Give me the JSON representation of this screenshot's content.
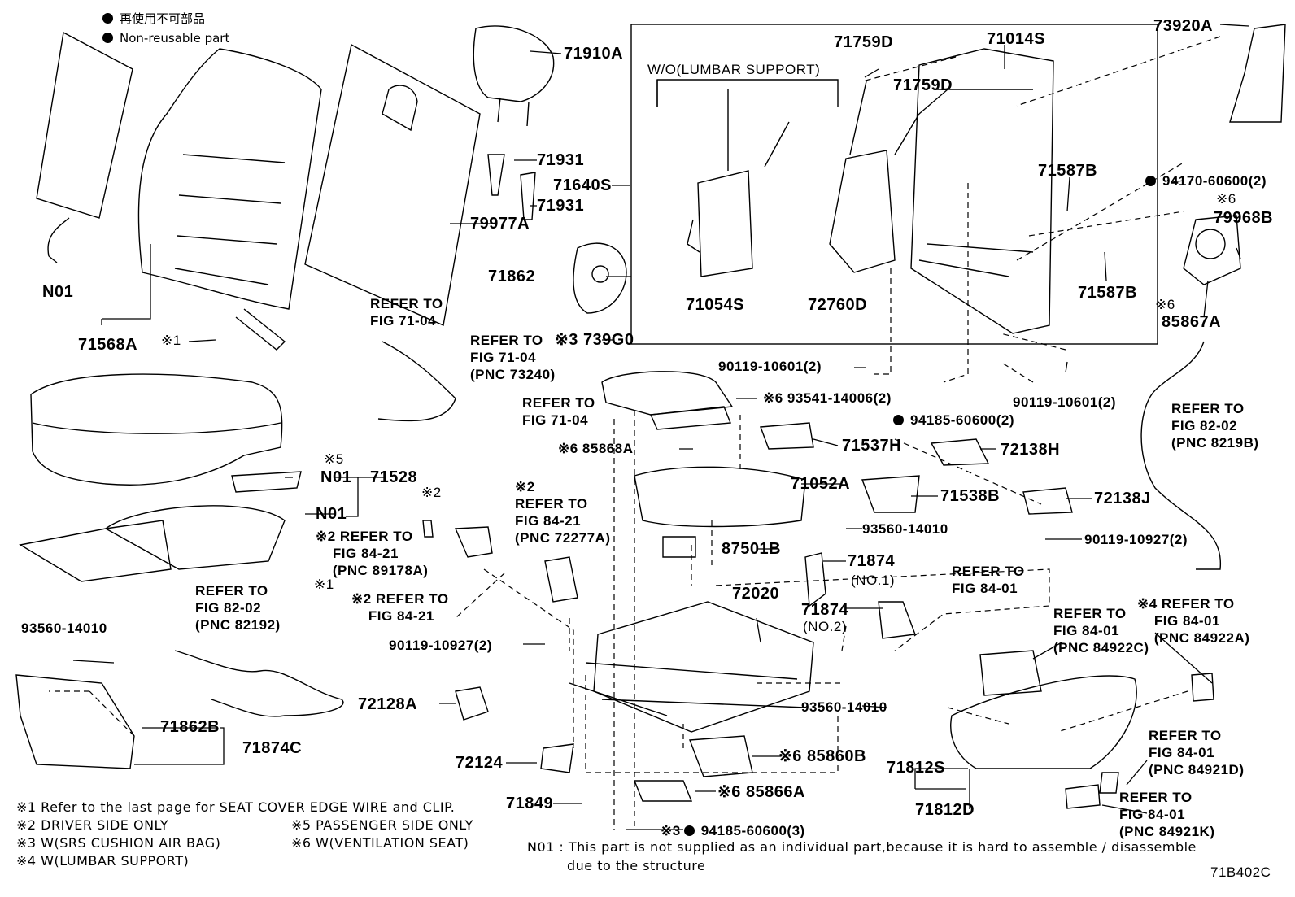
{
  "legend": {
    "jp": "再使用不可部品",
    "en": "Non-reusable part"
  },
  "parts": {
    "p71910A": "71910A",
    "p71931a": "71931",
    "p71931b": "71931",
    "p71640S": "71640S",
    "p79977A": "79977A",
    "p71862": "71862",
    "pN01a": "N01",
    "p71568A": "71568A",
    "pNote1": "※1",
    "p71759Da": "71759D",
    "p71759Db": "71759D",
    "p71014S": "71014S",
    "pWO": "W/O(LUMBAR SUPPORT)",
    "p71054S": "71054S",
    "p72760D": "72760D",
    "p71587Ba": "71587B",
    "p71587Bb": "71587B",
    "p73920A": "73920A",
    "p94170": "94170-60600(2)",
    "pNote6a": "※6",
    "p79968B": "79968B",
    "pNote6b": "※6",
    "p85867A": "85867A",
    "p739G0": "※3 739G0",
    "p90119a": "90119-10601(2)",
    "p93541": "※6 93541-14006(2)",
    "p94185a": "94185-60600(2)",
    "p90119b": "90119-10601(2)",
    "p85868A": "※6 85868A",
    "p71537H": "71537H",
    "p72138H": "72138H",
    "p71052A": "71052A",
    "p71538B": "71538B",
    "p72138J": "72138J",
    "pNote5": "※5",
    "pN01b": "N01",
    "p71528": "71528",
    "pN01c": "N01",
    "pNote2a": "※2",
    "p93560a": "93560-14010",
    "p90119c": "90119-10927(2)",
    "p87501B": "87501B",
    "p71874a": "71874",
    "pNo1": "(NO.1)",
    "p72020": "72020",
    "p71874b": "71874",
    "pNo2": "(NO.2)",
    "pNote1b": "※1",
    "p93560b": "93560-14010",
    "p90119d": "90119-10927(2)",
    "p72128A": "72128A",
    "p93560c": "93560-14010",
    "p71862B": "71862B",
    "p71874C": "71874C",
    "p85860B": "※6 85860B",
    "p71812S": "71812S",
    "p72124": "72124",
    "p85866A": "※6 85866A",
    "p71812D": "71812D",
    "p71849": "71849",
    "p94185b": "※3",
    "p94185b2": "94185-60600(3)",
    "code": "71B402C"
  },
  "refs": {
    "r1": "REFER TO\nFIG 71-04",
    "r2": "REFER TO\nFIG 71-04\n(PNC 73240)",
    "r3": "REFER TO\nFIG 71-04",
    "r4": "REFER TO\nFIG 82-02\n(PNC 8219B)",
    "r5": "※2\nREFER TO\nFIG 84-21\n(PNC 72277A)",
    "r6": "※2 REFER TO\n    FIG 84-21\n    (PNC 89178A)",
    "r7": "※2 REFER TO\n    FIG 84-21",
    "r8": "REFER TO\nFIG 82-02\n(PNC 82192)",
    "r9": "REFER TO\nFIG 84-01",
    "r10": "REFER TO\nFIG 84-01\n(PNC 84922C)",
    "r11": "※4 REFER TO\n    FIG 84-01\n    (PNC 84922A)",
    "r12": "REFER TO\nFIG 84-01\n(PNC 84921D)",
    "r13": "REFER TO\nFIG 84-01\n(PNC 84921K)"
  },
  "notes": {
    "n1": "※1 Refer to the last page for SEAT COVER EDGE WIRE and CLIP.",
    "n2": "※2 DRIVER SIDE ONLY",
    "n3": "※3 W(SRS CUSHION AIR BAG)",
    "n4": "※4 W(LUMBAR SUPPORT)",
    "n5": "※5 PASSENGER SIDE ONLY",
    "n6": "※6 W(VENTILATION SEAT)",
    "n01a": "N01 : This part is not supplied as an individual part,because it is hard to assemble / disassemble",
    "n01b": "due to the structure"
  }
}
